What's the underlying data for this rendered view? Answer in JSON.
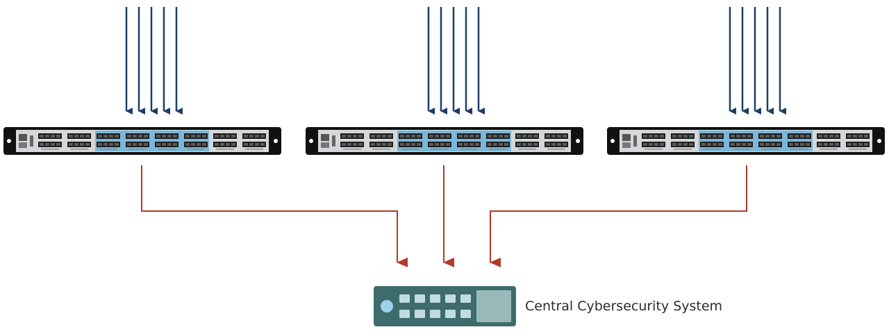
{
  "diagram": {
    "central_system": {
      "label": "Central Cybersecurity System",
      "colors": {
        "body": "#3e6c6d",
        "dot": "#9fd0ee",
        "keys": "#c2dbe2",
        "panel": "#9ab9b9"
      }
    },
    "switches": [
      {
        "id": "switch-left",
        "incoming_links": 5
      },
      {
        "id": "switch-center",
        "incoming_links": 5
      },
      {
        "id": "switch-right",
        "incoming_links": 5
      }
    ],
    "colors": {
      "incoming_arrow": "#1c3d66",
      "outgoing_arrow": "#b23a28",
      "switch_chassis": "#111111",
      "switch_faceplate": "#d5d8da",
      "switch_highlight": "#7ab7d9"
    }
  }
}
